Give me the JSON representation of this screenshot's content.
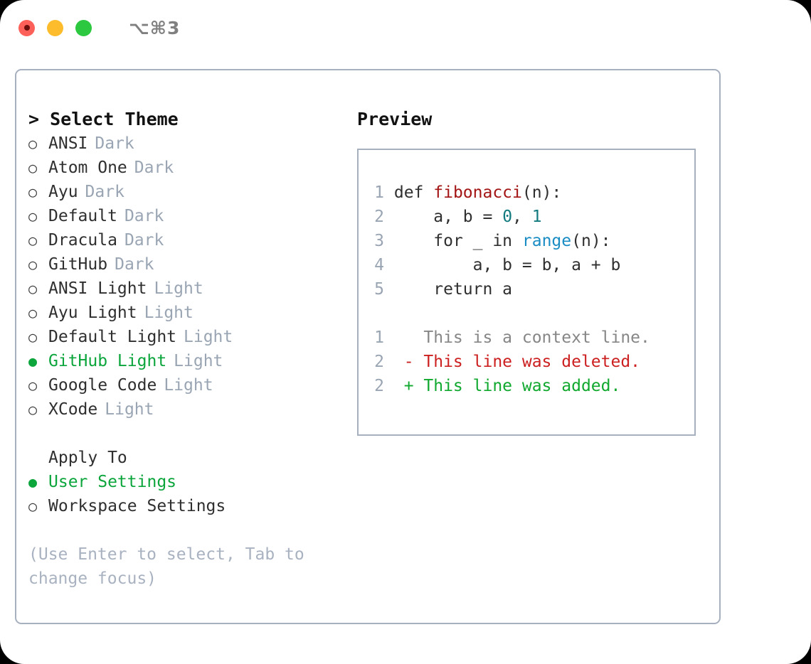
{
  "window": {
    "title": "⌥⌘3",
    "traffic_lights": [
      {
        "name": "close",
        "color": "#fc6058"
      },
      {
        "name": "minimize",
        "color": "#fdbc2c"
      },
      {
        "name": "maximize",
        "color": "#2bc840"
      }
    ]
  },
  "colors": {
    "accent_green": "#0ba53c",
    "border": "#a7b0bf",
    "muted": "#9aa5b4",
    "hint": "#a9b2c0",
    "text": "#2f2f2f",
    "syntax_function": "#a31515",
    "syntax_number": "#127a7e",
    "syntax_call": "#1a8cc4",
    "diff_delete": "#cc1f1f",
    "diff_add": "#10a82e",
    "diff_context": "#868686"
  },
  "theme_list": {
    "header": "> Select Theme",
    "marker_unselected": "○",
    "marker_selected": "●",
    "items": [
      {
        "name": "ANSI",
        "tag": "Dark",
        "selected": false
      },
      {
        "name": "Atom One",
        "tag": "Dark",
        "selected": false
      },
      {
        "name": "Ayu",
        "tag": "Dark",
        "selected": false
      },
      {
        "name": "Default",
        "tag": "Dark",
        "selected": false
      },
      {
        "name": "Dracula",
        "tag": "Dark",
        "selected": false
      },
      {
        "name": "GitHub",
        "tag": "Dark",
        "selected": false
      },
      {
        "name": "ANSI Light",
        "tag": "Light",
        "selected": false
      },
      {
        "name": "Ayu Light",
        "tag": "Light",
        "selected": false
      },
      {
        "name": "Default Light",
        "tag": "Light",
        "selected": false
      },
      {
        "name": "GitHub Light",
        "tag": "Light",
        "selected": true
      },
      {
        "name": "Google Code",
        "tag": "Light",
        "selected": false
      },
      {
        "name": "XCode",
        "tag": "Light",
        "selected": false
      }
    ]
  },
  "apply_to": {
    "header": "Apply To",
    "items": [
      {
        "name": "User Settings",
        "selected": true
      },
      {
        "name": "Workspace Settings",
        "selected": false
      }
    ]
  },
  "hint": "(Use Enter to select, Tab to change focus)",
  "preview": {
    "title": "Preview",
    "code_lines": [
      {
        "num": "1",
        "tokens": [
          {
            "t": "def ",
            "k": "plain"
          },
          {
            "t": "fibonacci",
            "k": "fn"
          },
          {
            "t": "(n):",
            "k": "plain"
          }
        ]
      },
      {
        "num": "2",
        "tokens": [
          {
            "t": "    a, b = ",
            "k": "plain"
          },
          {
            "t": "0",
            "k": "num"
          },
          {
            "t": ", ",
            "k": "plain"
          },
          {
            "t": "1",
            "k": "num"
          }
        ]
      },
      {
        "num": "3",
        "tokens": [
          {
            "t": "    for _ in ",
            "k": "plain"
          },
          {
            "t": "range",
            "k": "call"
          },
          {
            "t": "(n):",
            "k": "plain"
          }
        ]
      },
      {
        "num": "4",
        "tokens": [
          {
            "t": "        a, b = b, a + b",
            "k": "plain"
          }
        ]
      },
      {
        "num": "5",
        "tokens": [
          {
            "t": "    return a",
            "k": "plain"
          }
        ]
      }
    ],
    "diff_lines": [
      {
        "num": "1",
        "sign": "  ",
        "text": "This is a context line.",
        "kind": "context"
      },
      {
        "num": "2",
        "sign": "- ",
        "text": "This line was deleted.",
        "kind": "delete"
      },
      {
        "num": "2",
        "sign": "+ ",
        "text": "This line was added.",
        "kind": "add"
      }
    ]
  }
}
